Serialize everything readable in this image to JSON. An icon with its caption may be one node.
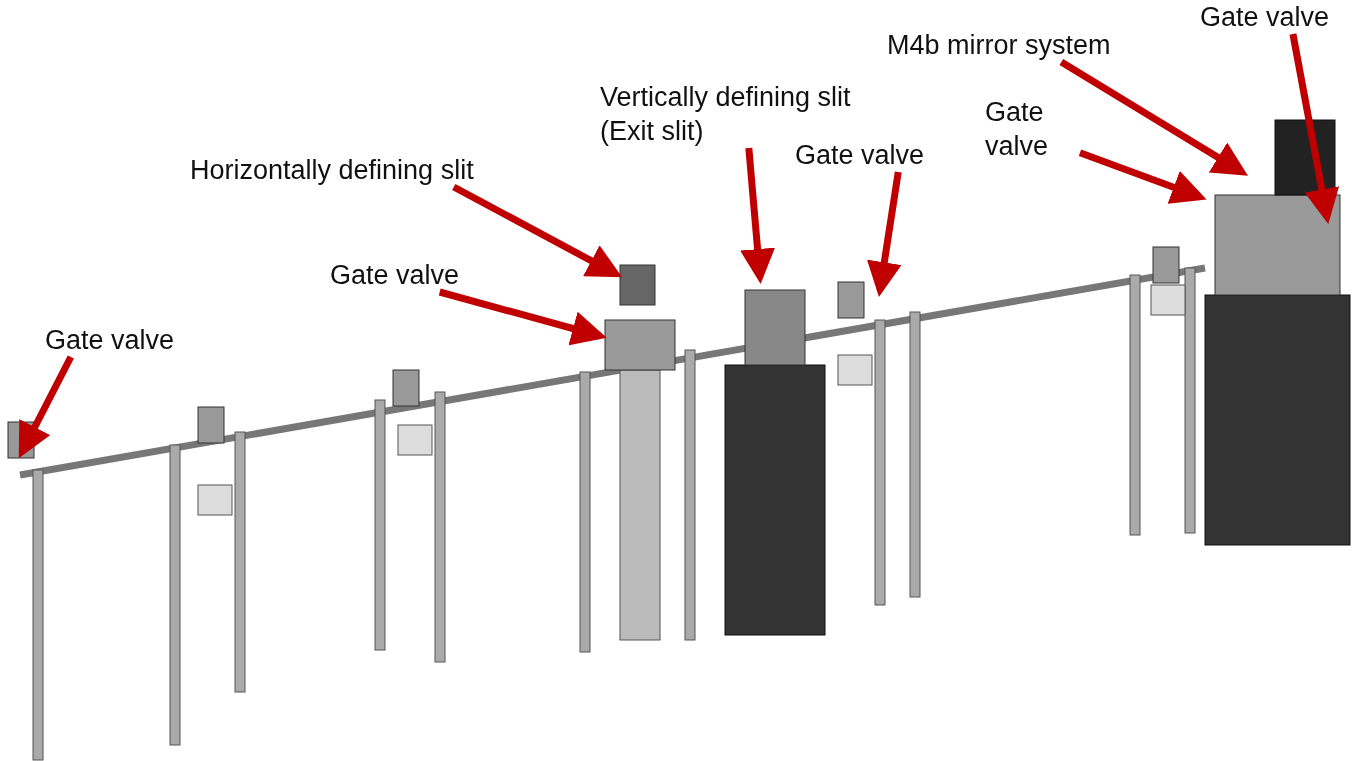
{
  "diagram": {
    "nodes": [
      {
        "text": [
          "Gate valve"
        ]
      },
      {
        "text": [
          "Gate valve"
        ]
      },
      {
        "text": [
          "Horizontally defining slit"
        ]
      },
      {
        "text": [
          "Vertically defining slit (Exit slit)"
        ]
      },
      {
        "text": [
          "Gate valve"
        ]
      },
      {
        "text": [
          "Gate valve"
        ]
      },
      {
        "text": [
          "M4b mirror system"
        ]
      },
      {
        "text": [
          "Gate valve"
        ]
      }
    ],
    "edges": [
      {
        "from": 0,
        "to": null,
        "arrow": "to"
      },
      {
        "from": 1,
        "to": null,
        "arrow": "to"
      },
      {
        "from": 2,
        "to": null,
        "arrow": "to"
      },
      {
        "from": 3,
        "to": null,
        "arrow": "to"
      },
      {
        "from": 4,
        "to": null,
        "arrow": "to"
      },
      {
        "from": 5,
        "to": null,
        "arrow": "to"
      },
      {
        "from": 6,
        "to": null,
        "arrow": "to"
      },
      {
        "from": 7,
        "to": null,
        "arrow": "to"
      }
    ]
  }
}
